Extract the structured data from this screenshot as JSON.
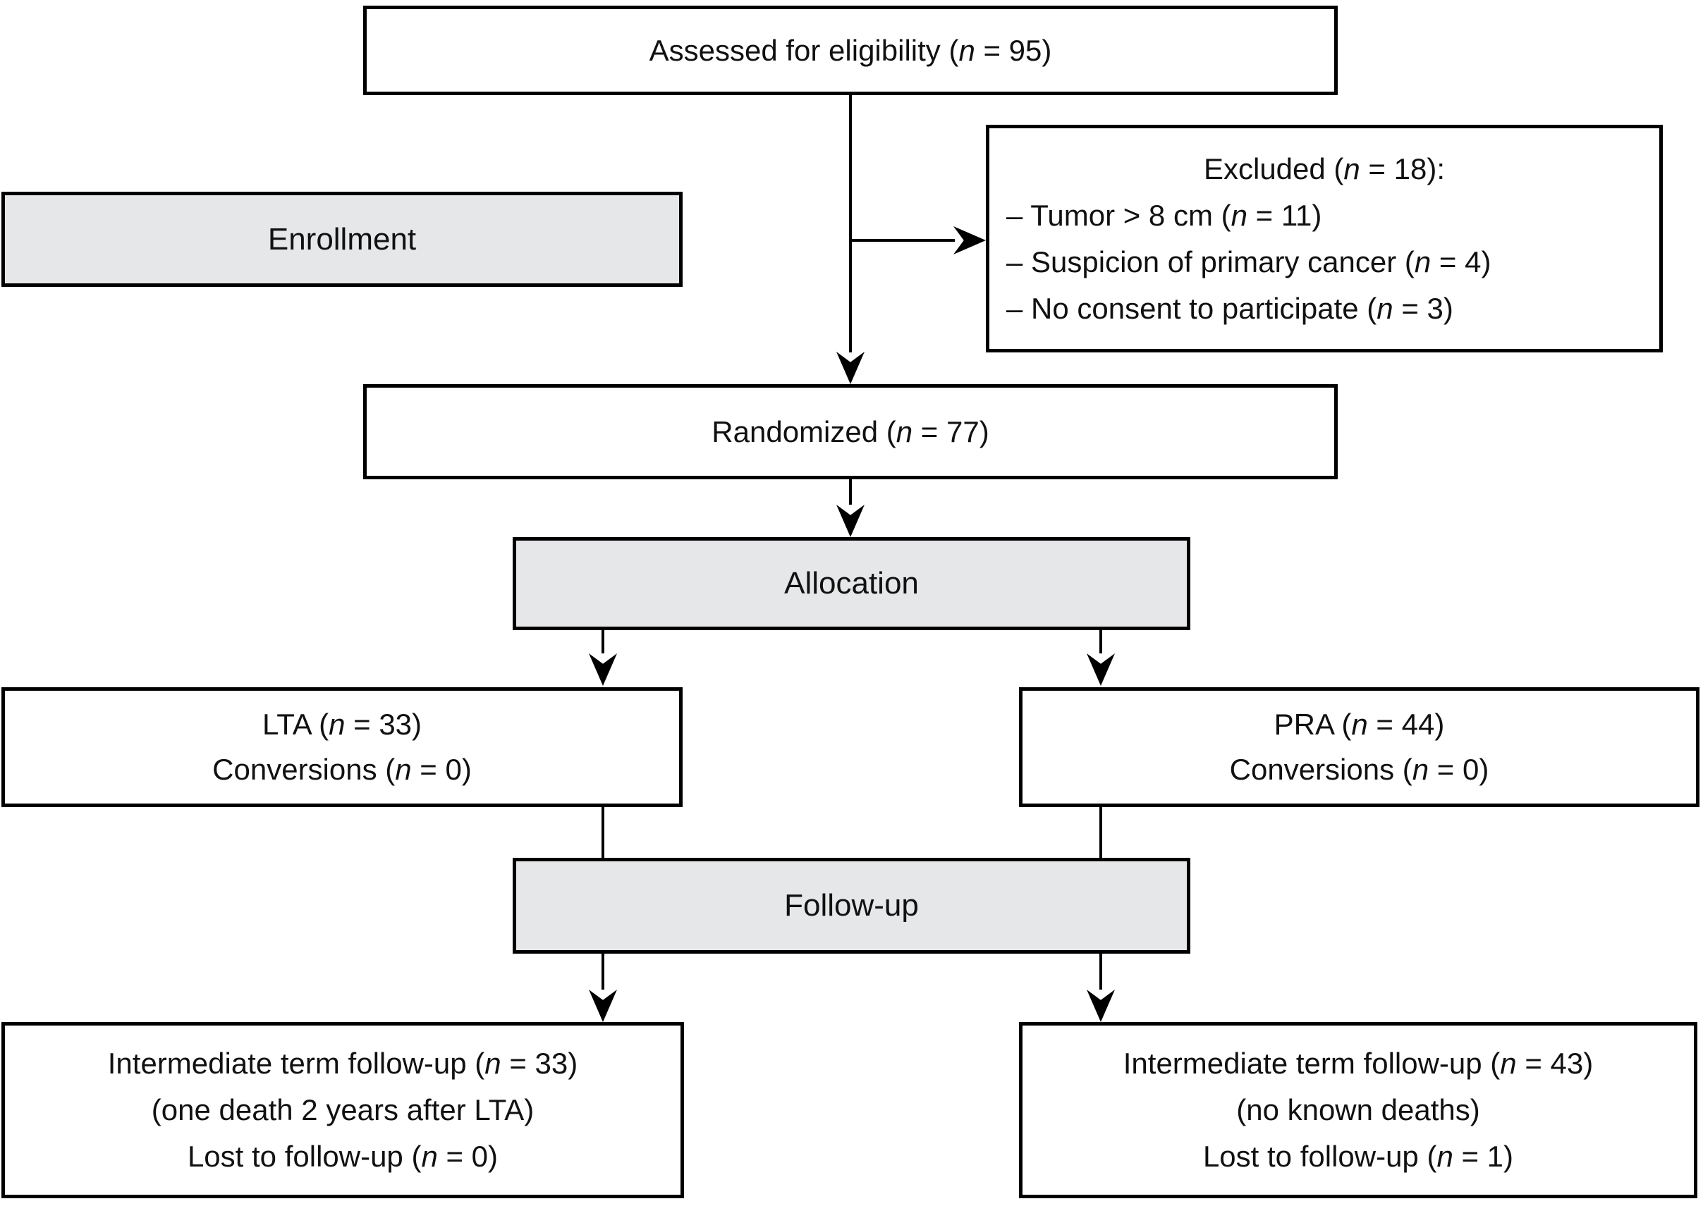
{
  "figure": {
    "type": "consort-flow-diagram",
    "colors": {
      "background": "#ffffff",
      "box_fill_white": "#ffffff",
      "box_fill_gray": "#e6e7e9",
      "border": "#000000",
      "text": "#111111"
    },
    "boxes": {
      "assessed": {
        "lines": [
          {
            "pre": "Assessed for eligibility (",
            "n": "n",
            "post": " = 95)"
          }
        ]
      },
      "excluded": {
        "title": {
          "pre": "Excluded (",
          "n": "n",
          "post": " = 18):"
        },
        "items": [
          {
            "pre": "– Tumor > 8 cm (",
            "n": "n",
            "post": " = 11)"
          },
          {
            "pre": "– Suspicion of primary cancer (",
            "n": "n",
            "post": " = 4)"
          },
          {
            "pre": "– No consent to participate (",
            "n": "n",
            "post": " = 3)"
          }
        ]
      },
      "enrollment": {
        "label": "Enrollment"
      },
      "randomized": {
        "lines": [
          {
            "pre": "Randomized (",
            "n": "n",
            "post": " = 77)"
          }
        ]
      },
      "allocation": {
        "label": "Allocation"
      },
      "lta": {
        "lines": [
          {
            "pre": "LTA (",
            "n": "n",
            "post": " = 33)"
          },
          {
            "pre": "Conversions (",
            "n": "n",
            "post": " = 0)"
          }
        ]
      },
      "pra": {
        "lines": [
          {
            "pre": "PRA (",
            "n": "n",
            "post": " = 44)"
          },
          {
            "pre": "Conversions (",
            "n": "n",
            "post": " = 0)"
          }
        ]
      },
      "followup": {
        "label": "Follow-up"
      },
      "lta_followup": {
        "lines": [
          {
            "pre": "Intermediate term follow-up (",
            "n": "n",
            "post": " = 33)"
          },
          {
            "pre": "(one death 2 years after LTA)",
            "n": "",
            "post": ""
          },
          {
            "pre": "Lost to follow-up (",
            "n": "n",
            "post": " = 0)"
          }
        ]
      },
      "pra_followup": {
        "lines": [
          {
            "pre": "Intermediate term follow-up (",
            "n": "n",
            "post": " = 43)"
          },
          {
            "pre": "(no known deaths)",
            "n": "",
            "post": ""
          },
          {
            "pre": "Lost to follow-up (",
            "n": "n",
            "post": " = 1)"
          }
        ]
      }
    }
  }
}
